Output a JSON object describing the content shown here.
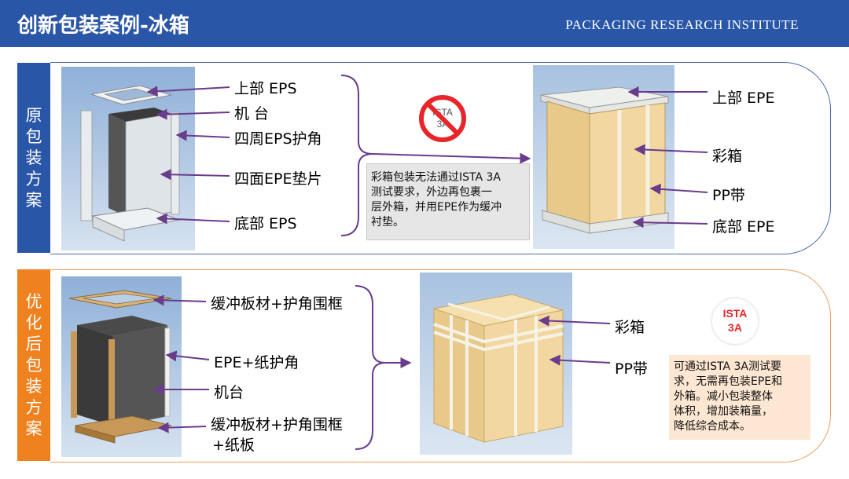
{
  "header": {
    "title": "创新包装案例-冰箱",
    "org": "PACKAGING RESEARCH INSTITUTE"
  },
  "original": {
    "side_label": [
      "原",
      "包",
      "装",
      "方",
      "案"
    ],
    "left_labels": [
      "上部 EPS",
      "机  台",
      "四周EPS护角",
      "四面EPE垫片",
      "底部 EPS"
    ],
    "badge_text": [
      "ISTA",
      "3A"
    ],
    "note": [
      "彩箱包装无法通过ISTA 3A",
      "测试要求，外边再包裹一",
      "层外箱，并用EPE作为缓冲",
      "衬垫。"
    ],
    "right_labels": [
      "上部 EPE",
      "彩箱",
      "PP带",
      "底部 EPE"
    ]
  },
  "optimized": {
    "side_label": [
      "优",
      "化",
      "后",
      "包",
      "装",
      "方",
      "案"
    ],
    "left_labels": [
      "缓冲板材+护角围框",
      "EPE+纸护角",
      "机台",
      "缓冲板材+护角围框",
      "+纸板"
    ],
    "right_labels": [
      "彩箱",
      "PP带"
    ],
    "badge_text": [
      "ISTA",
      "3A"
    ],
    "note": [
      "可通过ISTA 3A测试要",
      "求，无需再包装EPE和",
      "外箱。减小包装整体",
      "体积，增加装箱量，",
      "降低综合成本。"
    ]
  },
  "colors": {
    "header_bg": "#2a56a8",
    "blue_accent": "#2a56a8",
    "orange_accent": "#f0811f",
    "arrow": "#6a3c8c",
    "badge_red": "#e8262a"
  }
}
